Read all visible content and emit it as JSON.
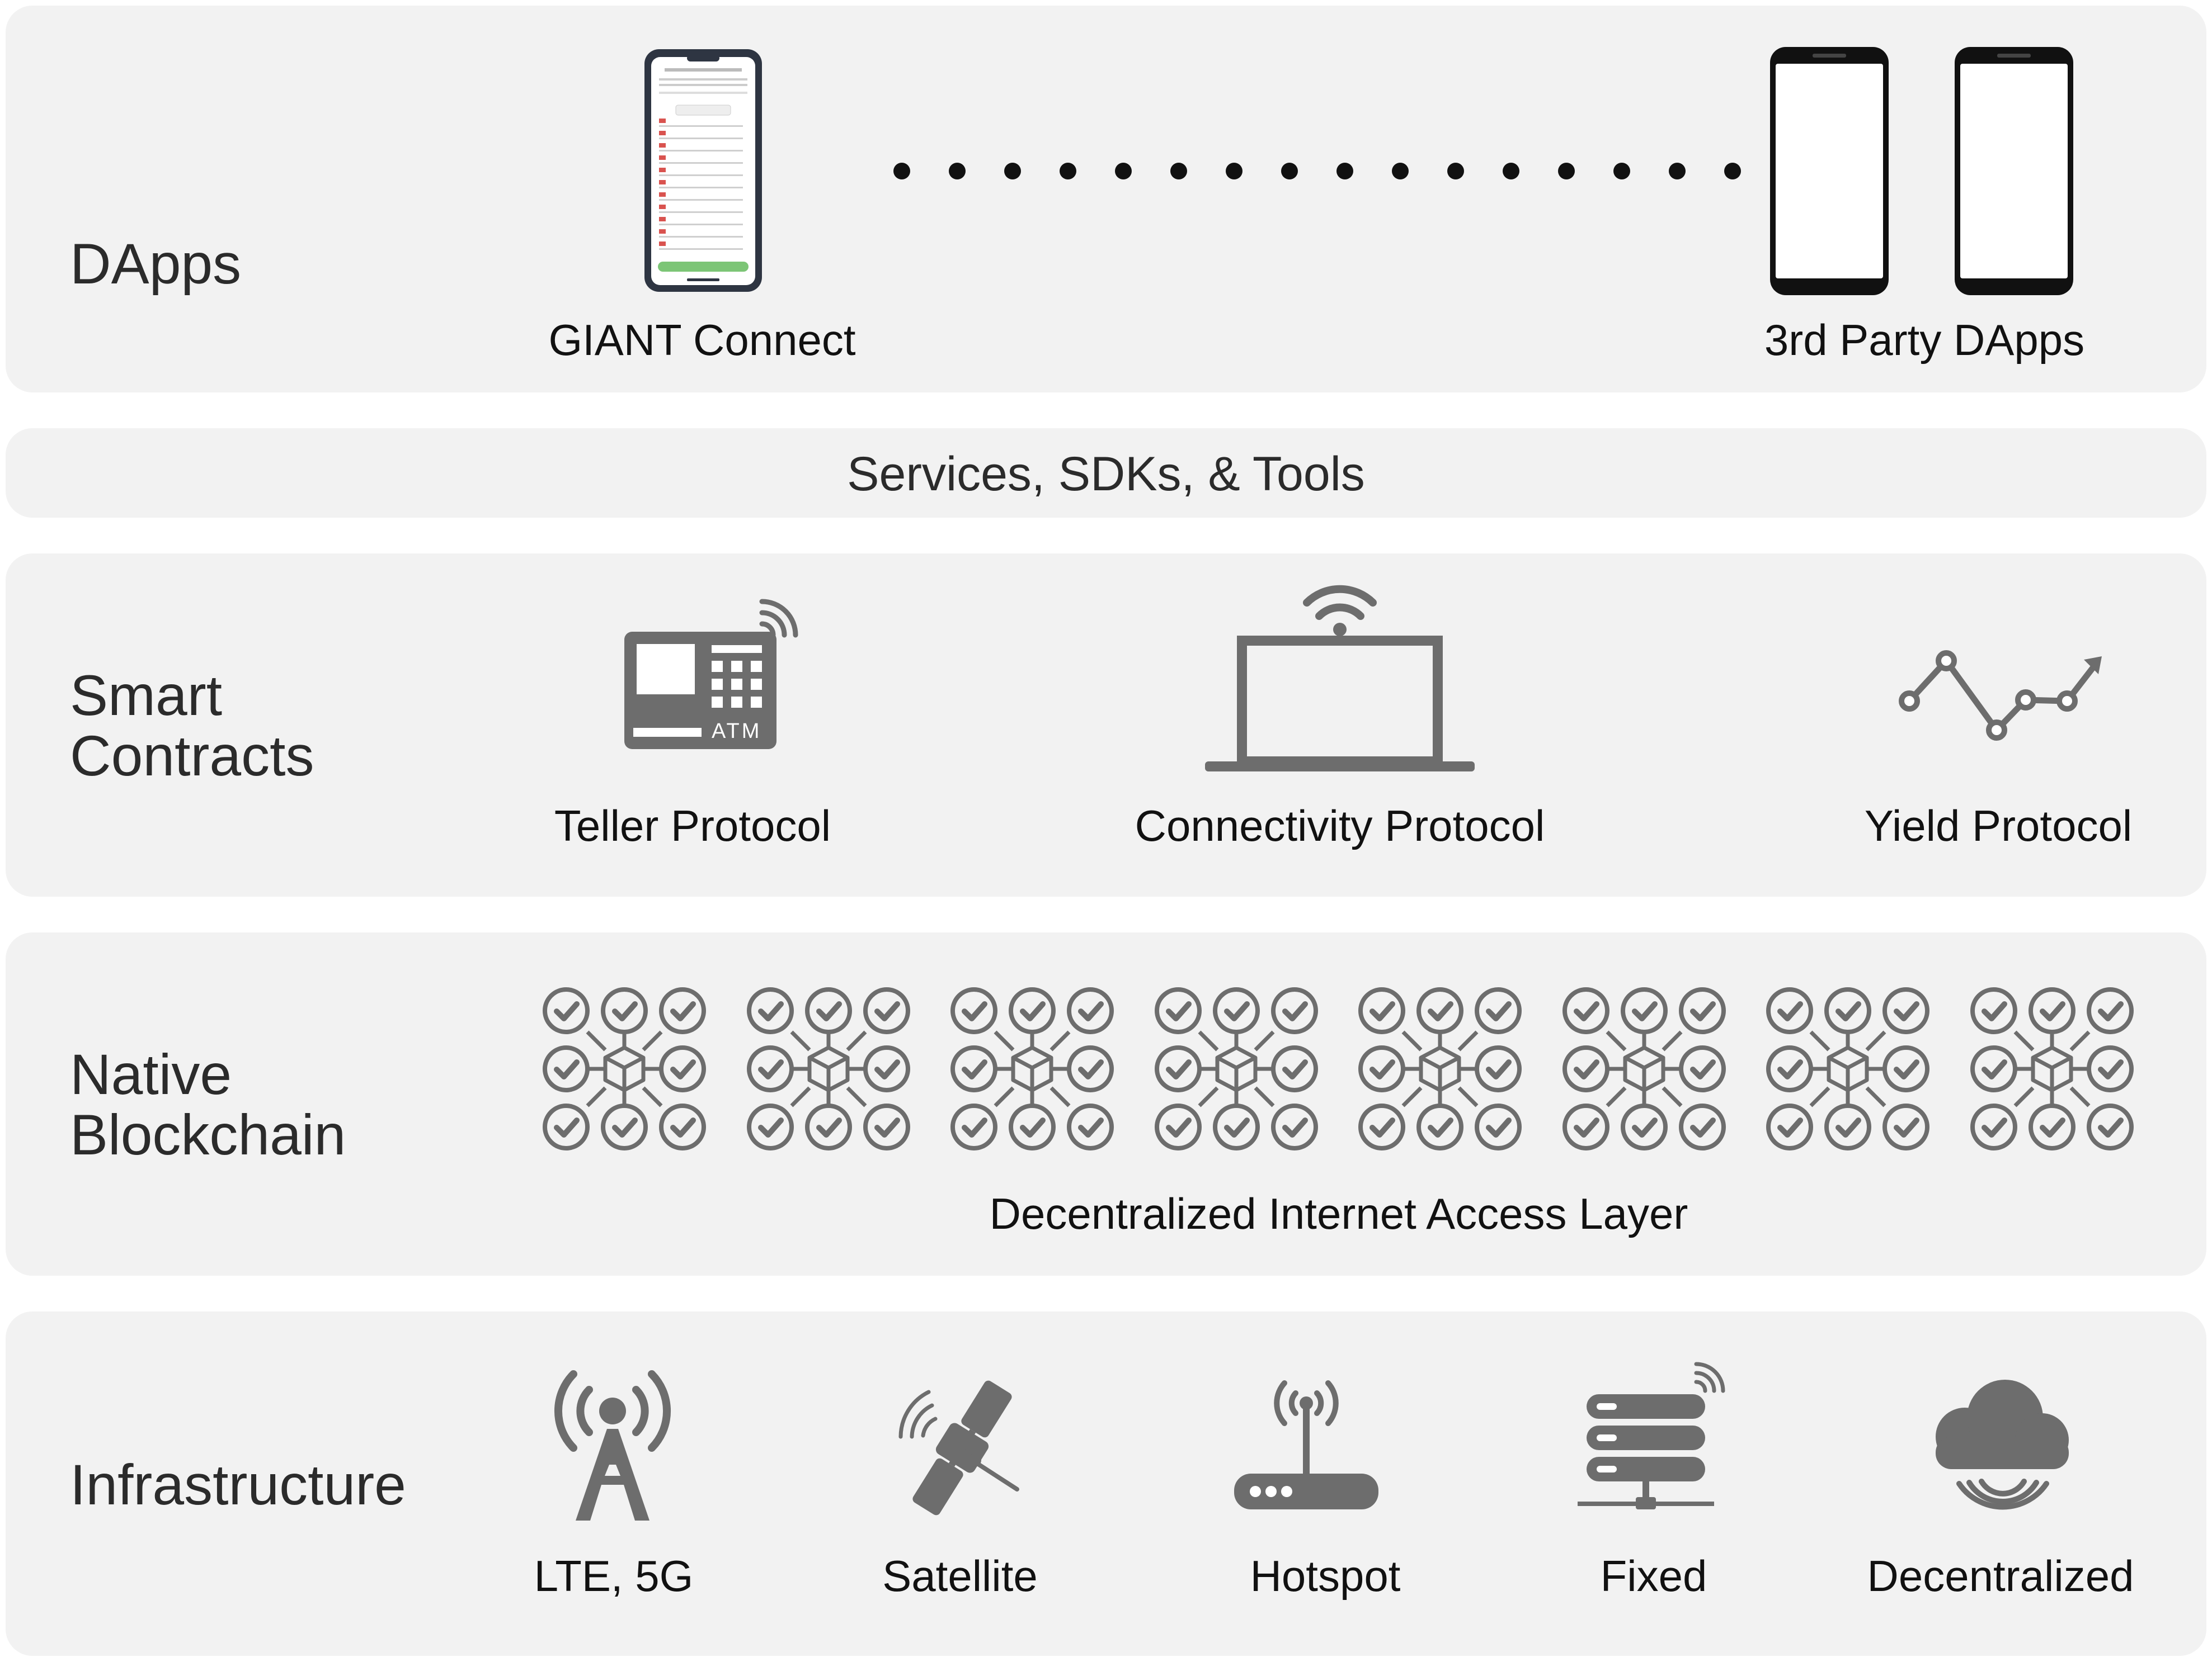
{
  "layers": {
    "dapps": {
      "label": "DApps",
      "items": [
        {
          "label": "GIANT Connect",
          "icon": "smartphone-app-icon"
        },
        {
          "label": "3rd Party DApps",
          "icon": "smartphones-icon"
        }
      ]
    },
    "services": {
      "label": "Services, SDKs, & Tools"
    },
    "smart_contracts": {
      "label_line1": "Smart",
      "label_line2": "Contracts",
      "items": [
        {
          "label": "Teller Protocol",
          "icon": "atm-icon",
          "atm_text": "ATM"
        },
        {
          "label": "Connectivity Protocol",
          "icon": "laptop-wifi-icon"
        },
        {
          "label": "Yield Protocol",
          "icon": "yield-chart-icon"
        }
      ]
    },
    "native_blockchain": {
      "label_line1": "Native",
      "label_line2": "Blockchain",
      "caption": "Decentralized Internet Access Layer",
      "node_cluster_count": 8
    },
    "infrastructure": {
      "label": "Infrastructure",
      "items": [
        {
          "label": "LTE, 5G",
          "icon": "cell-tower-icon"
        },
        {
          "label": "Satellite",
          "icon": "satellite-icon"
        },
        {
          "label": "Hotspot",
          "icon": "router-icon"
        },
        {
          "label": "Fixed",
          "icon": "server-icon"
        },
        {
          "label": "Decentralized",
          "icon": "cloud-icon"
        }
      ]
    }
  },
  "colors": {
    "panel": "#f2f2f2",
    "icon": "#6d6d6d",
    "text": "#2b2b2b",
    "accent_green": "#7cc576"
  }
}
